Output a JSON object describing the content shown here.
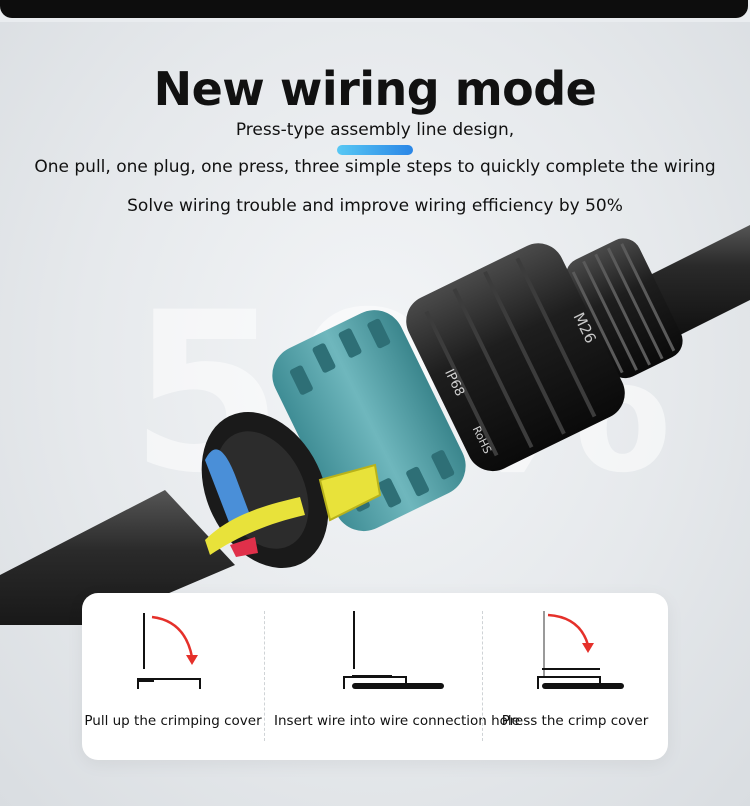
{
  "header": {
    "title": "New wiring mode",
    "line1": "Press-type assembly line design,",
    "line2": "One pull, one plug, one press, three simple steps to quickly complete the wiring",
    "line3": "Solve wiring trouble and improve wiring efficiency by 50%"
  },
  "watermark": "50%",
  "product": {
    "thread_marking": "M26",
    "rating_marking": "IP68",
    "compliance_marking": "RoHS"
  },
  "steps": [
    {
      "label": "Pull up the crimping cover",
      "icon": "lever-open-icon"
    },
    {
      "label": "Insert wire into wire connection hole",
      "icon": "wire-insert-icon"
    },
    {
      "label": "Press the crimp cover",
      "icon": "lever-close-icon"
    }
  ],
  "colors": {
    "accent_start": "#58c8f4",
    "accent_end": "#2a86e6",
    "arrow_red": "#e5302a",
    "connector_teal": "#5aa7ad",
    "wire_yellow": "#e8e23a",
    "wire_blue": "#4a8fd8",
    "wire_red": "#e0304a"
  }
}
